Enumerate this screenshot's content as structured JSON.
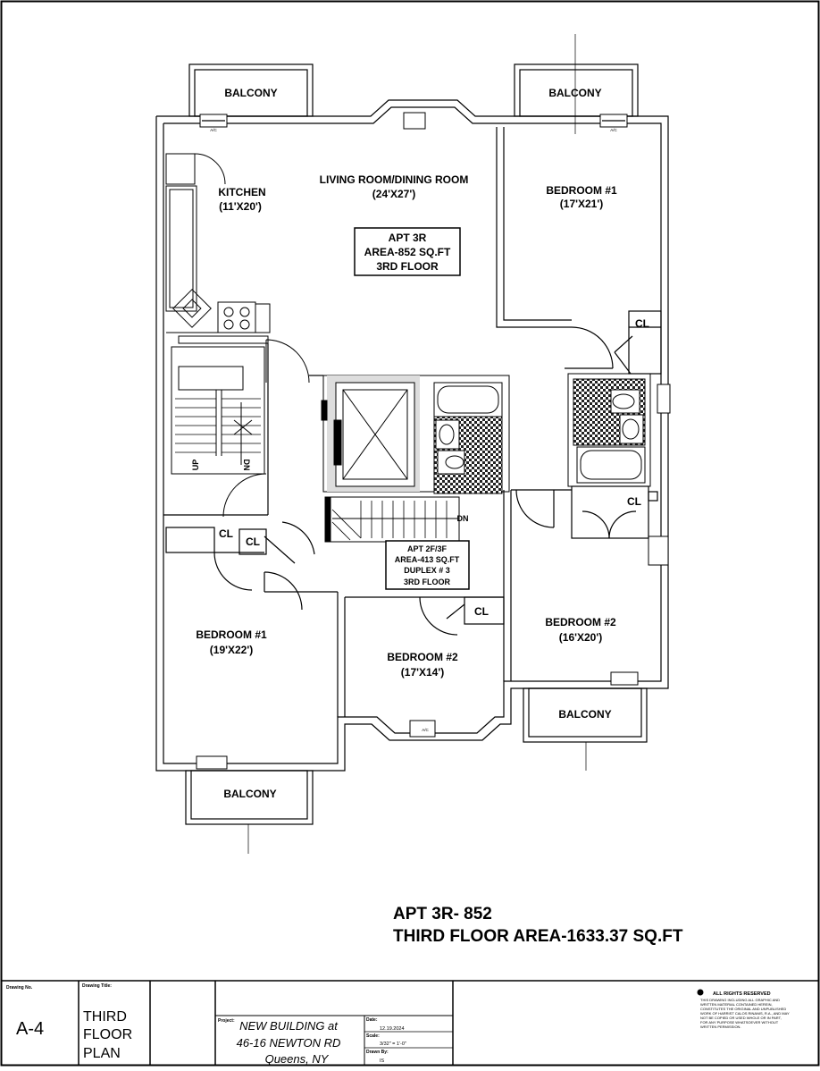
{
  "rooms": {
    "balcony": "BALCONY",
    "kitchen": "KITCHEN",
    "kitchen_dim": "(11'X20')",
    "living": "LIVING ROOM/DINING ROOM",
    "living_dim": "(24'X27')",
    "bedroom1": "BEDROOM #1",
    "bedroom1_right_dim": "(17'X21')",
    "bedroom1_left_dim": "(19'X22')",
    "bedroom2": "BEDROOM #2",
    "bedroom2_right_dim": "(16'X20')",
    "bedroom2_mid_dim": "(17'X14')",
    "closet": "CL",
    "up": "UP",
    "dn": "DN",
    "ac": "A/C"
  },
  "apt3r_box": [
    "APT 3R",
    "AREA-852 SQ.FT",
    "3RD FLOOR"
  ],
  "duplex_box": [
    "APT 2F/3F",
    "AREA-413 SQ.FT",
    "DUPLEX # 3",
    "3RD FLOOR"
  ],
  "summary": {
    "line1": "APT 3R- 852",
    "line2": "THIRD FLOOR AREA-1633.37 SQ.FT"
  },
  "title_block": {
    "drawing_no_label": "Drawing No.",
    "drawing_no": "A-4",
    "drawing_title_label": "Drawing Title:",
    "title_lines": [
      "THIRD",
      "FLOOR",
      "PLAN"
    ],
    "project_label": "Project:",
    "project_lines": [
      "NEW BUILDING at",
      "46-16 NEWTON RD",
      "Queens, NY"
    ],
    "date_label": "Date:",
    "date": "12.19.2024",
    "scale_label": "Scale:",
    "scale": "3/32\" = 1'-0\"",
    "drawn_by_label": "Drawn By:",
    "drawn_by": "IS",
    "rights_title": "ALL RIGHTS RESERVED",
    "rights_text": [
      "THIS DRAWING INCLUDING ALL GRAPHIC AND",
      "WRITTEN MATERIAL CONTAINED HEREIN,",
      "CONSTITUTES THE ORIGINAL AND UNPUBLISHED",
      "WORK OF HARRIST CALOS RINANIS, R.A., AND MAY",
      "NOT BE COPIED OR USED WHOLE OR IN PART,",
      "FOR ANY PURPOSE WHATSOEVER WITHOUT",
      "WRITTEN PERMISSION."
    ]
  }
}
